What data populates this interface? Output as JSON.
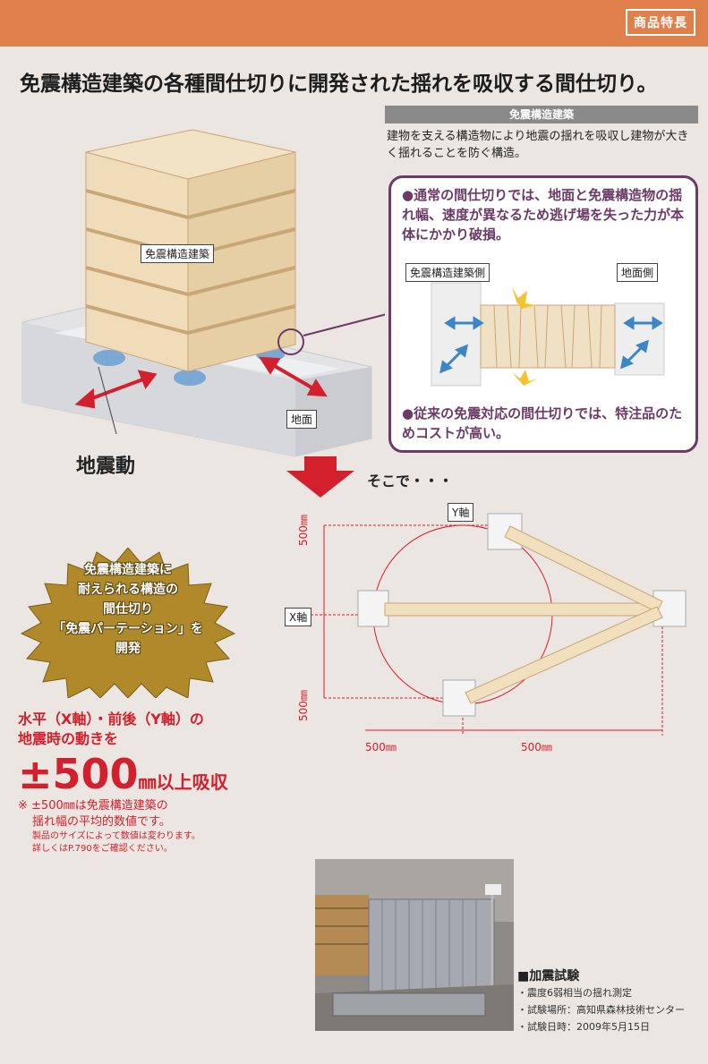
{
  "header": {
    "badge": "商品特長"
  },
  "headline": "免震構造建築の各種間仕切りに開発された揺れを吸収する間仕切り。",
  "definition": {
    "title": "免震構造建築",
    "text": "建物を支える構造物により地震の揺れを吸収し建物が大きく揺れることを防ぐ構造。"
  },
  "illustration": {
    "building_label": "免震構造建築",
    "ground_label": "地面",
    "quake_label": "地震動"
  },
  "callout": {
    "point1": "●通常の間仕切りでは、地面と免震構造物の揺れ幅、速度が異なるため逃げ場を失った力が本体にかかり破損。",
    "building_side": "免震構造建築側",
    "ground_side": "地面側",
    "point2": "●従来の免震対応の間仕切りでは、特注品のためコストが高い。"
  },
  "transition": "そこで・・・",
  "diagram": {
    "y_axis": "Y軸",
    "x_axis": "X軸",
    "dim_top": "500㎜",
    "dim_bottom": "500㎜",
    "dim_left": "500㎜",
    "dim_right": "500㎜"
  },
  "starburst": {
    "line1": "免震構造建築に",
    "line2": "耐えられる構造の",
    "line3": "間仕切り",
    "line4": "「免震パーテーション」を",
    "line5": "開発"
  },
  "absorb": {
    "line1": "水平（X軸）・前後（Y軸）の",
    "line2": "地震時の動きを",
    "value": "±500",
    "unit": "㎜以上吸収",
    "note1": "※ ±500㎜は免震構造建築の",
    "note2": "揺れ幅の平均的数値です。",
    "note3": "製品のサイズによって数値は変わります。",
    "note4": "詳しくはP.790をご確認ください。"
  },
  "test": {
    "title": "■加震試験",
    "items": [
      "・震度6弱相当の揺れ測定",
      "・試験場所：高知県森林技術センター",
      "・試験日時：2009年5月15日"
    ]
  },
  "colors": {
    "header": "#df7f4c",
    "accent_red": "#d3202c",
    "callout_purple": "#6b3a67",
    "gold": "#b08a2a"
  }
}
